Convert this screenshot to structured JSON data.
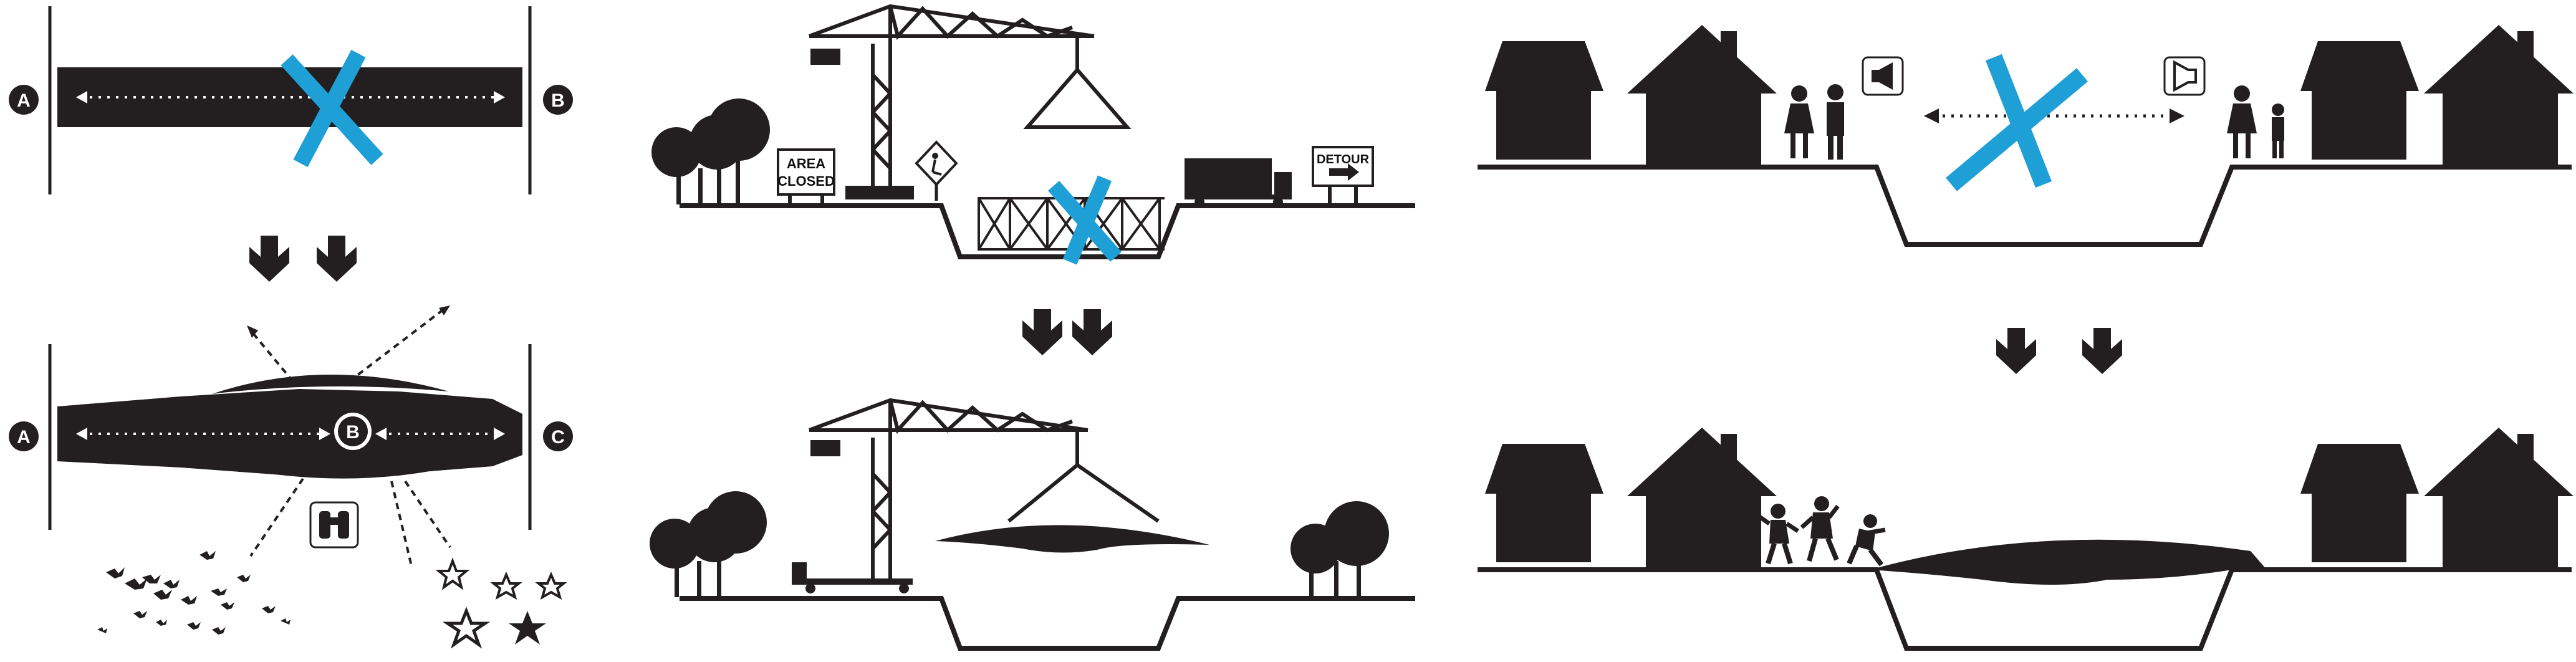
{
  "colors": {
    "ink": "#231f20",
    "accent_cross": "#1ea0d7",
    "background": "#ffffff"
  },
  "panel_left": {
    "point_a_top": "A",
    "point_b_top": "B",
    "point_a_bottom": "A",
    "point_b_bottom": "B",
    "point_c_bottom": "C",
    "icons": [
      "double-down-arrow-icon",
      "binoculars-icon",
      "birds-icon",
      "stars-icon",
      "blue-x-icon"
    ]
  },
  "panel_middle": {
    "sign_area_closed_line1": "AREA",
    "sign_area_closed_line2": "CLOSED",
    "sign_detour": "DETOUR",
    "icons": [
      "crane-icon",
      "tree-icon",
      "worker-sign-icon",
      "truck-icon",
      "fence-icon",
      "blue-x-icon",
      "double-down-arrow-icon"
    ]
  },
  "panel_right": {
    "icons": [
      "house-icon",
      "people-icon",
      "megaphone-icon",
      "blue-x-icon",
      "double-down-arrow-icon",
      "children-playing-icon"
    ]
  }
}
